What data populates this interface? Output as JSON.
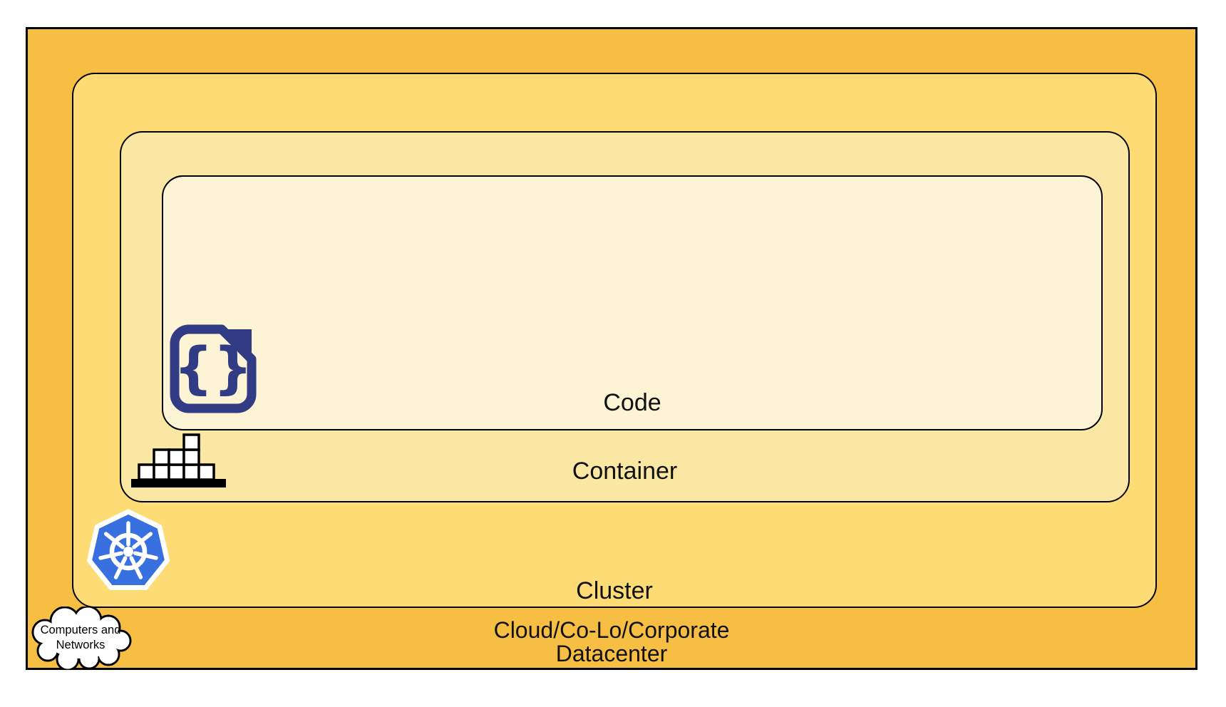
{
  "diagram": {
    "layers": {
      "datacenter": {
        "label_line1": "Cloud/Co-Lo/Corporate",
        "label_line2": "Datacenter",
        "fill": "#F6BF43"
      },
      "cluster": {
        "label": "Cluster",
        "fill": "#FDDC75"
      },
      "container": {
        "label": "Container",
        "fill": "#FBE7A4"
      },
      "code": {
        "label": "Code",
        "fill": "#FDF4D5"
      }
    },
    "callout": {
      "line1": "Computers and",
      "line2": "Networks"
    },
    "icons": {
      "code_icon": "code-file-icon",
      "code_braces": "{}",
      "container_icon": "container-ship-icon",
      "cluster_icon": "kubernetes-helm-icon",
      "network_icon": "computers-networks-cloud"
    },
    "accent_colors": {
      "kubernetes_blue": "#3870E0",
      "code_icon_navy": "#323C85",
      "outline_black": "#000000"
    }
  }
}
